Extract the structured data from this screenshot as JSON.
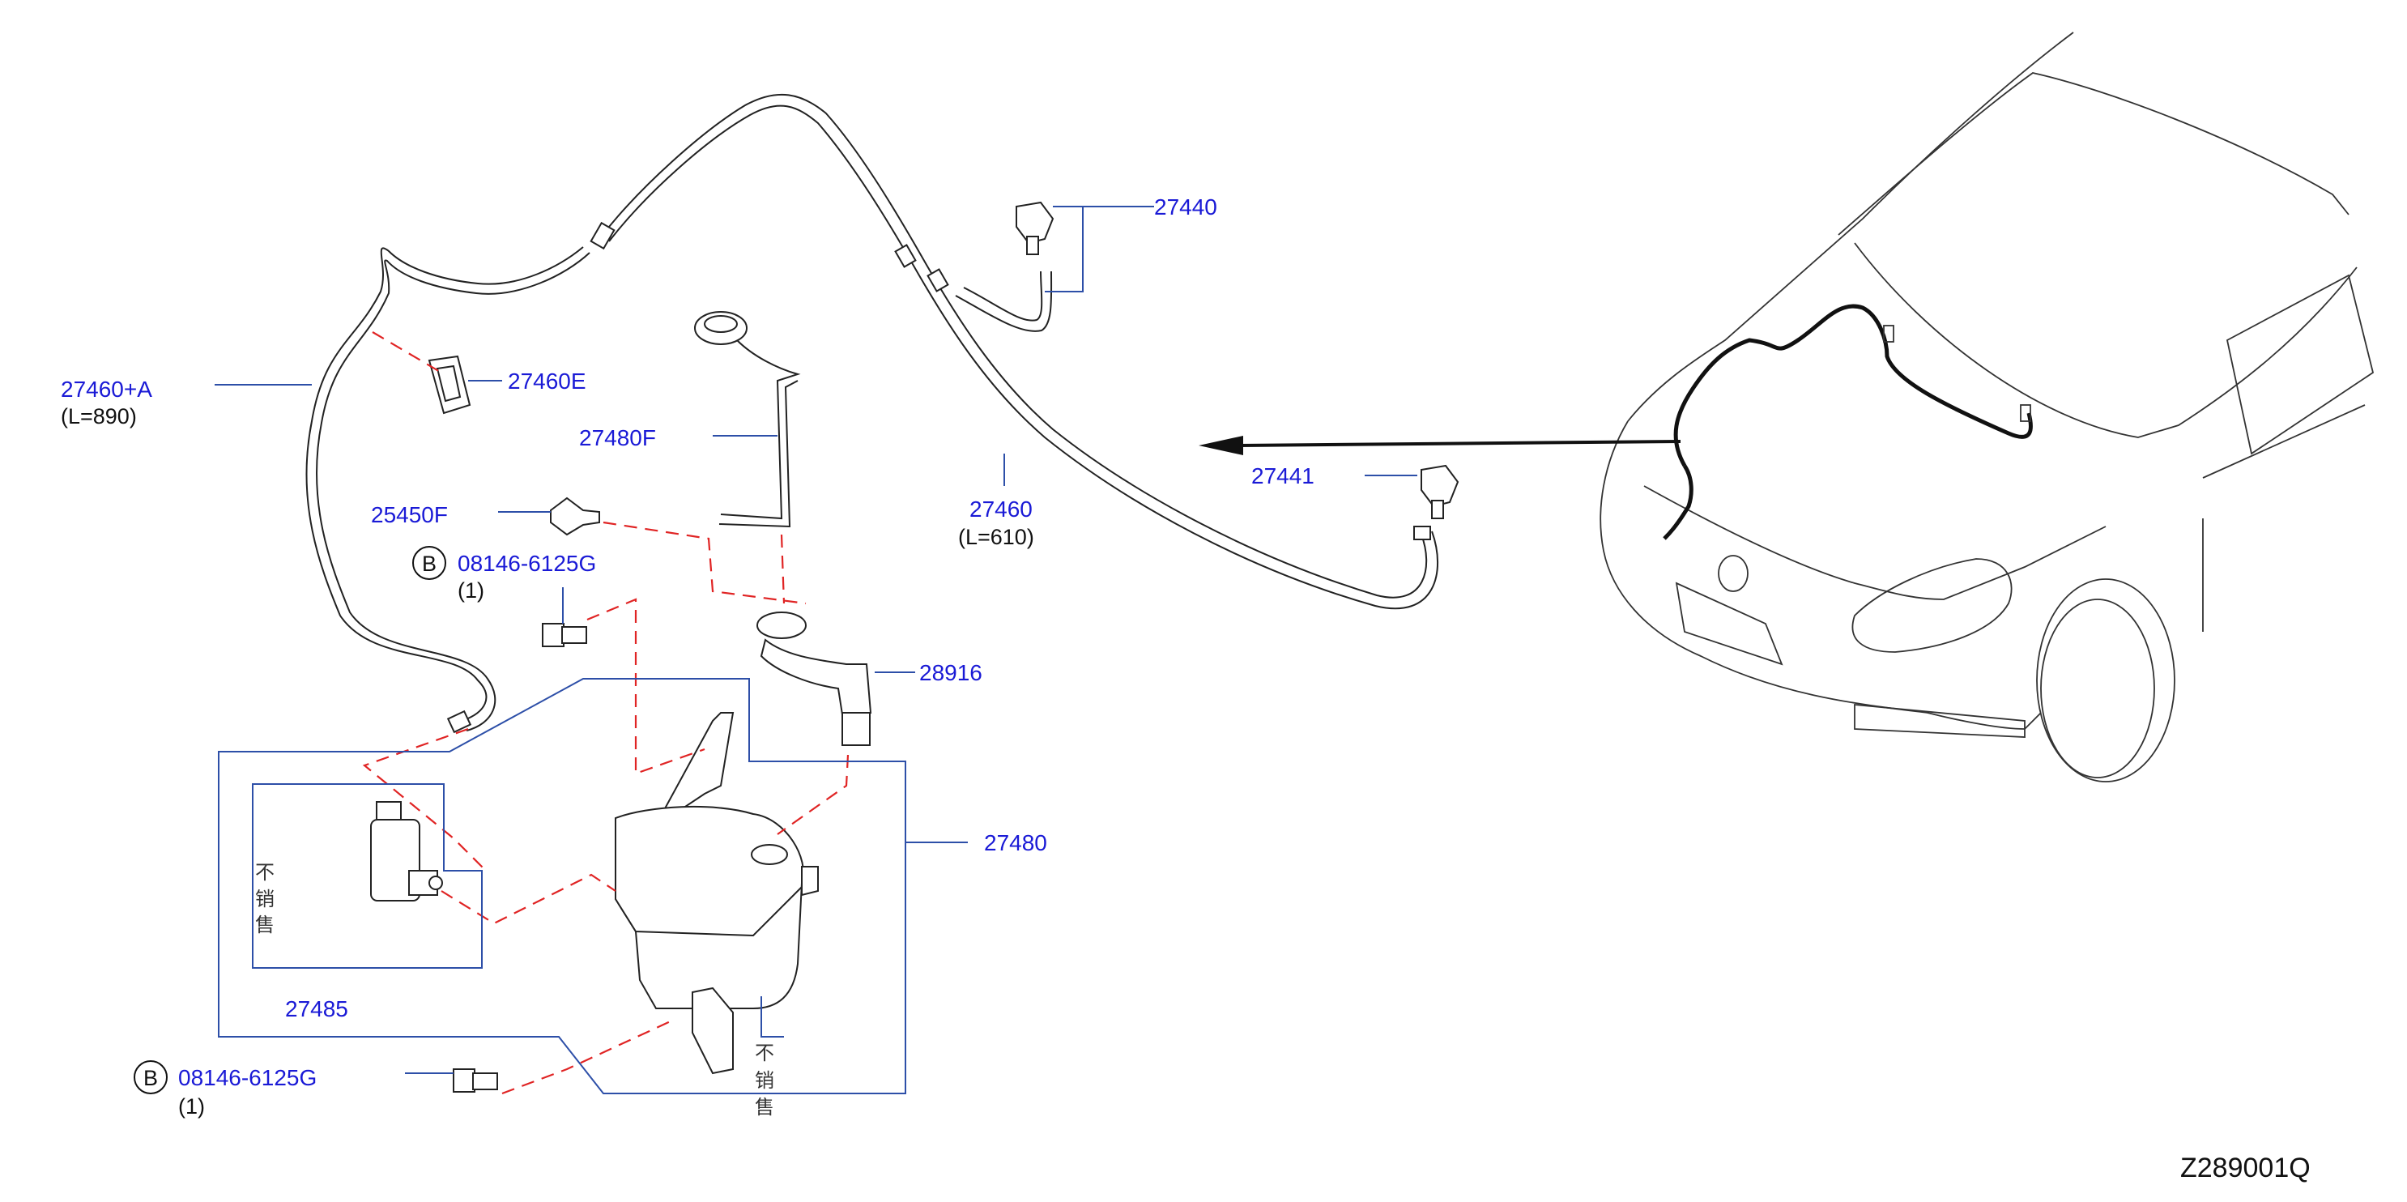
{
  "diagram_code": "Z289001Q",
  "labels": {
    "p27460A": "27460+A",
    "p27460A_len": "(L=890)",
    "p27460E": "27460E",
    "p27480F": "27480F",
    "p25450F": "25450F",
    "bolt1_badge": "B",
    "bolt1_num": "08146-6125G",
    "bolt1_qty": "(1)",
    "p28916": "28916",
    "p27480": "27480",
    "p27485": "27485",
    "bolt2_badge": "B",
    "bolt2_num": "08146-6125G",
    "bolt2_qty": "(1)",
    "p27440": "27440",
    "p27441": "27441",
    "p27460": "27460",
    "p27460_len": "(L=610)",
    "not_sold_1": [
      "不",
      "销",
      "售"
    ],
    "not_sold_2": [
      "不",
      "销",
      "售"
    ]
  },
  "colors": {
    "part_number": "#1a1ad6",
    "leader_line": "#2d4fa8",
    "dashed_link": "#e02424",
    "outline": "#222222"
  }
}
